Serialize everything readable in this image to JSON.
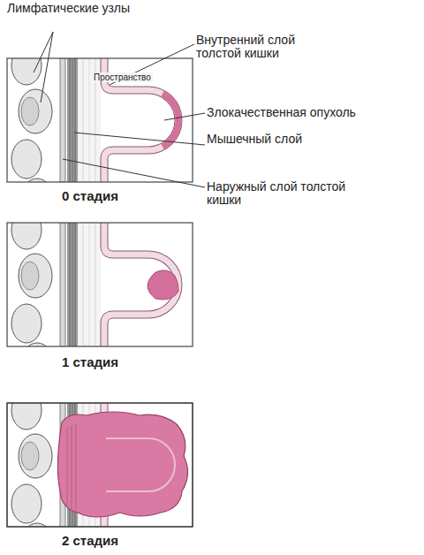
{
  "diagram": {
    "labels": [
      "Лимфатические узлы",
      "Внутренний слой толстой кишки",
      "Пространство",
      "Злокачественная опухоль",
      "Мышечный слой",
      "Наружный слой толстой кишки",
      "0 стадия",
      "1 стадия",
      "2 стадия"
    ]
  }
}
